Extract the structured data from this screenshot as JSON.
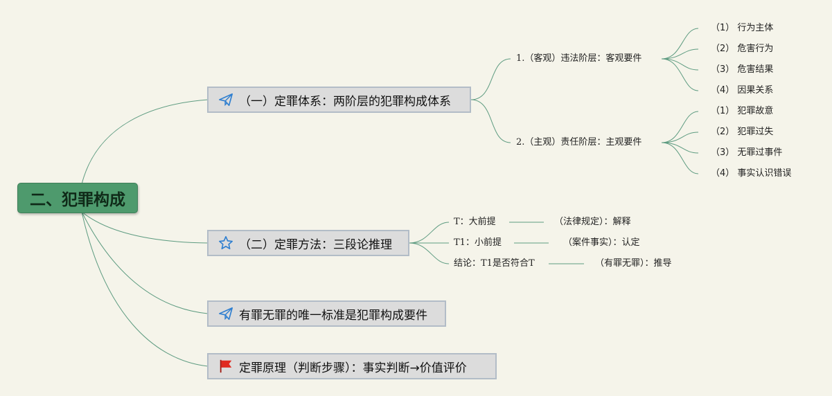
{
  "root": {
    "label": "二、犯罪构成"
  },
  "branches": [
    {
      "label": "（一）定罪体系：两阶层的犯罪构成体系"
    },
    {
      "label": "（二）定罪方法：三段论推理"
    },
    {
      "label": "有罪无罪的唯一标准是犯罪构成要件"
    },
    {
      "label": "定罪原理（判断步骤）：事实判断→价值评价"
    }
  ],
  "system": {
    "objective": {
      "label": "1.（客观）违法阶层：客观要件",
      "items": [
        "（1） 行为主体",
        "（2） 危害行为",
        "（3） 危害结果",
        "（4） 因果关系"
      ]
    },
    "subjective": {
      "label": "2.（主观）责任阶层：主观要件",
      "items": [
        "（1） 犯罪故意",
        "（2） 犯罪过失",
        "（3） 无罪过事件",
        "（4） 事实认识错误"
      ]
    }
  },
  "syllogism": [
    {
      "left": "T：大前提",
      "right": "（法律规定）：解释"
    },
    {
      "left": "T1：小前提",
      "right": "（案件事实）：认定"
    },
    {
      "left": "结论：T1是否符合T",
      "right": "（有罪无罪）：推导"
    }
  ],
  "colors": {
    "line": "#5d9b80",
    "root": "#4e9a6d",
    "node": "#dcdcdc",
    "icon_blue": "#2f7fd0",
    "flag_red": "#e02a20"
  },
  "icons": [
    "paper-plane-icon",
    "star-icon",
    "paper-plane-icon",
    "red-flag-icon"
  ]
}
